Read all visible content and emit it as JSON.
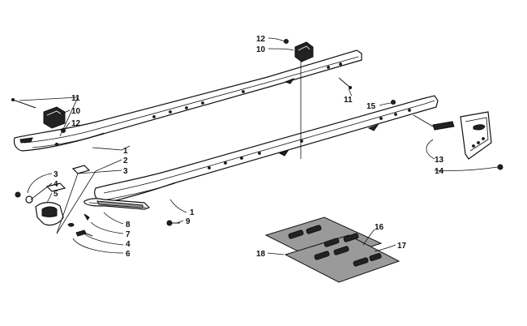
{
  "diagram": {
    "callouts": [
      {
        "id": "c1",
        "label": "1"
      },
      {
        "id": "c2",
        "label": "1"
      },
      {
        "id": "c3",
        "label": "2"
      },
      {
        "id": "c4",
        "label": "3"
      },
      {
        "id": "c5",
        "label": "3"
      },
      {
        "id": "c6",
        "label": "4"
      },
      {
        "id": "c7",
        "label": "4"
      },
      {
        "id": "c8",
        "label": "5"
      },
      {
        "id": "c9",
        "label": "6"
      },
      {
        "id": "c10",
        "label": "7"
      },
      {
        "id": "c11",
        "label": "8"
      },
      {
        "id": "c12",
        "label": "9"
      },
      {
        "id": "c13",
        "label": "10"
      },
      {
        "id": "c14",
        "label": "10"
      },
      {
        "id": "c15",
        "label": "11"
      },
      {
        "id": "c16",
        "label": "11"
      },
      {
        "id": "c17",
        "label": "12"
      },
      {
        "id": "c18",
        "label": "12"
      },
      {
        "id": "c19",
        "label": "13"
      },
      {
        "id": "c20",
        "label": "14"
      },
      {
        "id": "c21",
        "label": "15"
      },
      {
        "id": "c22",
        "label": "16"
      },
      {
        "id": "c23",
        "label": "17"
      },
      {
        "id": "c24",
        "label": "18"
      }
    ]
  }
}
